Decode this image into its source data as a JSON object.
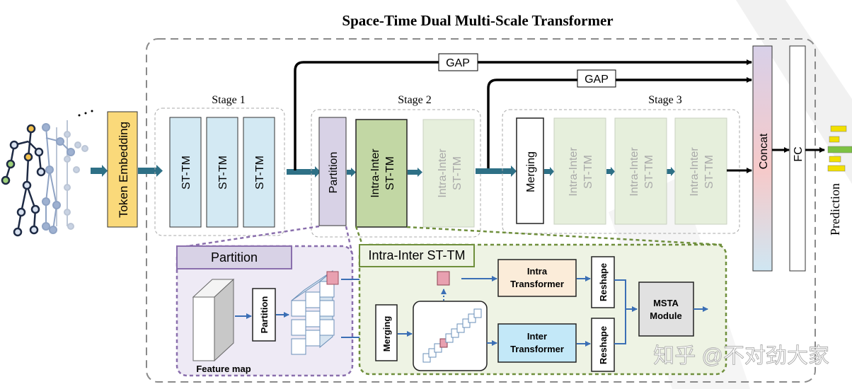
{
  "title": "Space-Time Dual Multi-Scale Transformer",
  "token_embedding": "Token Embedding",
  "stages": {
    "stage1": "Stage 1",
    "stage2": "Stage 2",
    "stage3": "Stage 3"
  },
  "blocks": {
    "sttm": "ST-TM",
    "partition": "Partition",
    "intra_inter_line1": "Intra-Inter",
    "intra_inter_line2": "ST-TM",
    "merging": "Merging",
    "concat": "Concat",
    "fc": "FC",
    "prediction": "Prediction",
    "gap": "GAP"
  },
  "detail": {
    "partition_title": "Partition",
    "intra_inter_title": "Intra-Inter ST-TM",
    "partition_box": "Partition",
    "feature_map": "Feature map",
    "merging_box": "Merging",
    "intra_line1": "Intra",
    "intra_line2": "Transformer",
    "inter_line1": "Inter",
    "inter_line2": "Transformer",
    "reshape": "Reshape",
    "msta_line1": "MSTA",
    "msta_line2": "Module"
  },
  "watermark": "知乎 @不对劲大家",
  "colors": {
    "sttm_fill": "#d3e9f3",
    "partition_fill": "#d8d2e6",
    "intra_inter_fill": "#c2d7a4",
    "faded_fill": "#e6efdc",
    "token_fill": "#fad97a",
    "inter_fill": "#c3e8f8",
    "intra_fill": "#fbecd9",
    "msta_fill": "#e1e1e1",
    "arrow_teal": "#2e7086",
    "partition_border": "#8a6fad",
    "intra_inter_border": "#6f8f3c"
  }
}
